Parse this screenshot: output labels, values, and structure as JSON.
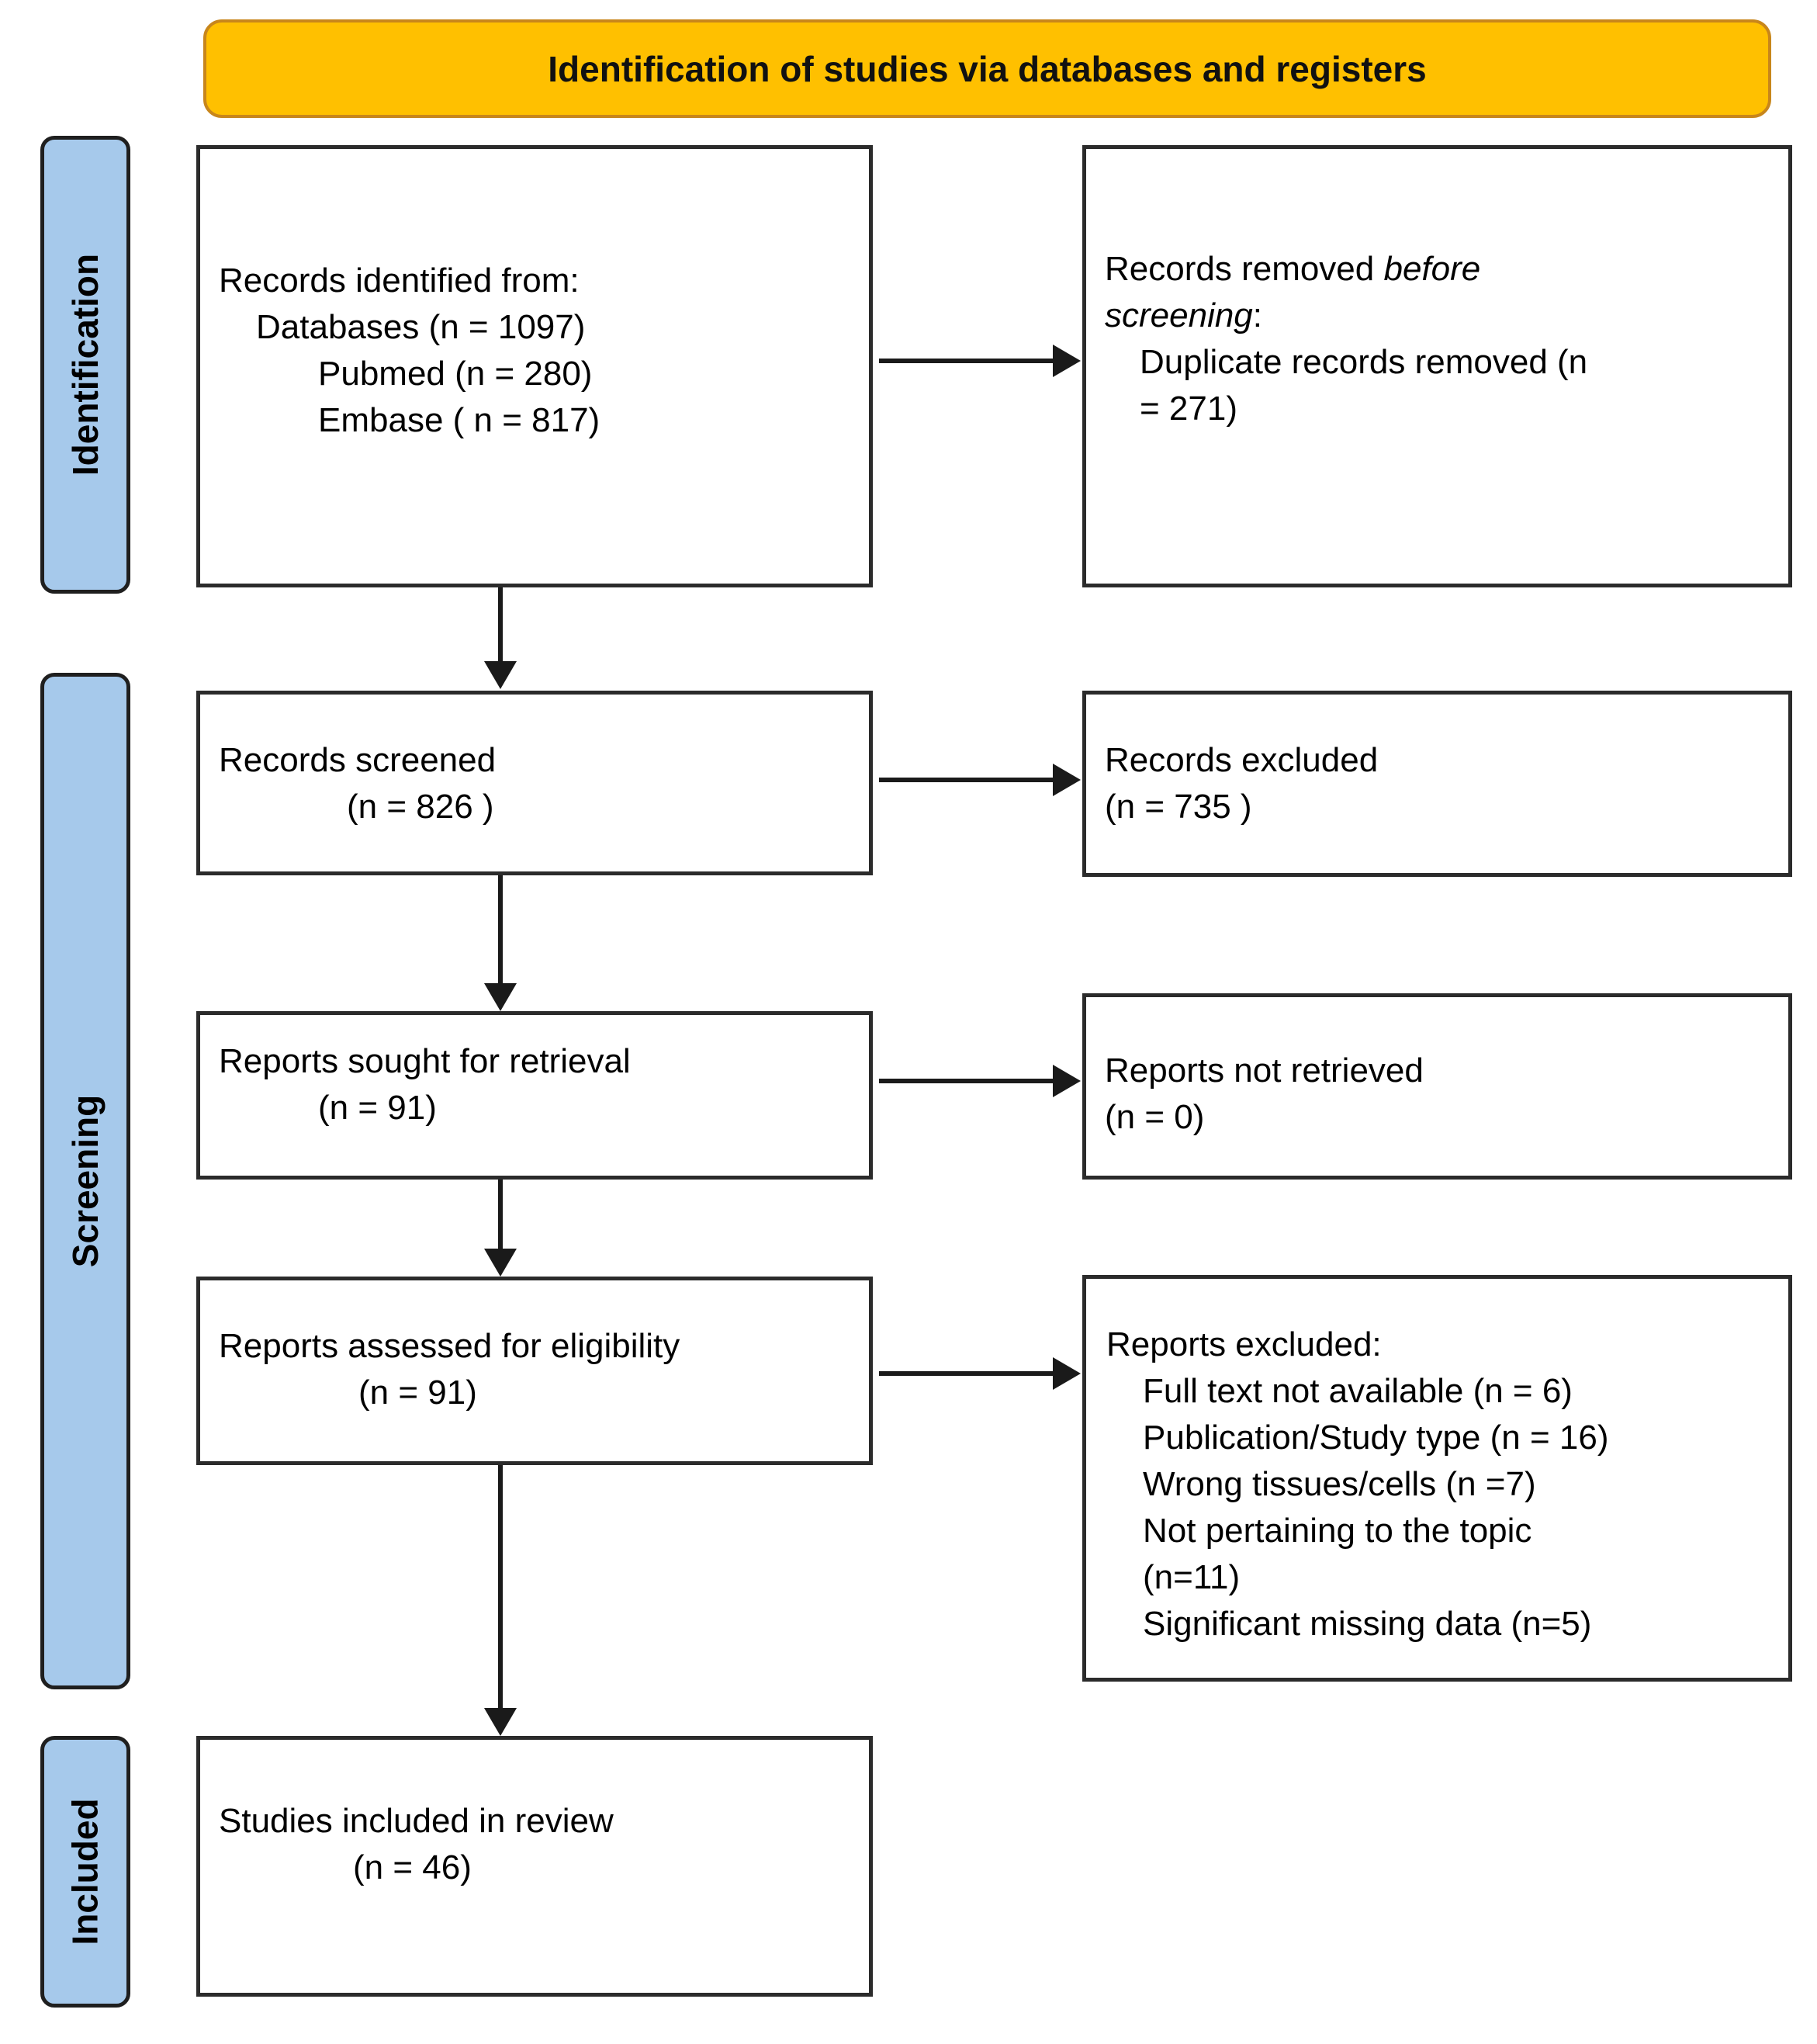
{
  "banner": {
    "title": "Identification of studies via databases and registers"
  },
  "sidebar": {
    "identification_label": "Identification",
    "screening_label": "Screening",
    "included_label": "Included"
  },
  "boxes": {
    "records_identified": {
      "line1": "Records identified from:",
      "line2": "Databases (n = 1097)",
      "line3": "Pubmed (n = 280)",
      "line4": "Embase ( n = 817)"
    },
    "records_removed": {
      "line1_prefix": "Records removed ",
      "line1_italic": "before\nscreening",
      "line1_suffix": ":",
      "line2": "Duplicate records removed  (n\n= 271)"
    },
    "records_screened": {
      "line1": "Records screened",
      "line2": "(n = 826 )"
    },
    "records_excluded": {
      "line1": "Records excluded",
      "line2": "(n = 735 )"
    },
    "reports_sought": {
      "line1": "Reports sought for retrieval",
      "line2": "(n = 91)"
    },
    "reports_not_retrieved": {
      "line1": "Reports not retrieved",
      "line2": "(n = 0)"
    },
    "reports_assessed": {
      "line1": "Reports assessed for eligibility",
      "line2": "(n = 91)"
    },
    "reports_excluded": {
      "title": "Reports excluded:",
      "items": [
        "Full text not available (n = 6)",
        "Publication/Study type (n = 16)",
        "Wrong tissues/cells (n =7)",
        "Not pertaining to the topic\n(n=11)",
        "Significant missing data (n=5)"
      ]
    },
    "studies_included": {
      "line1": "Studies included in review",
      "line2": "(n = 46)"
    }
  },
  "colors": {
    "banner_fill": "#FFC000",
    "banner_border": "#C8861B",
    "stage_fill": "#A6C9EB",
    "arrow": "#1a1a1a"
  }
}
